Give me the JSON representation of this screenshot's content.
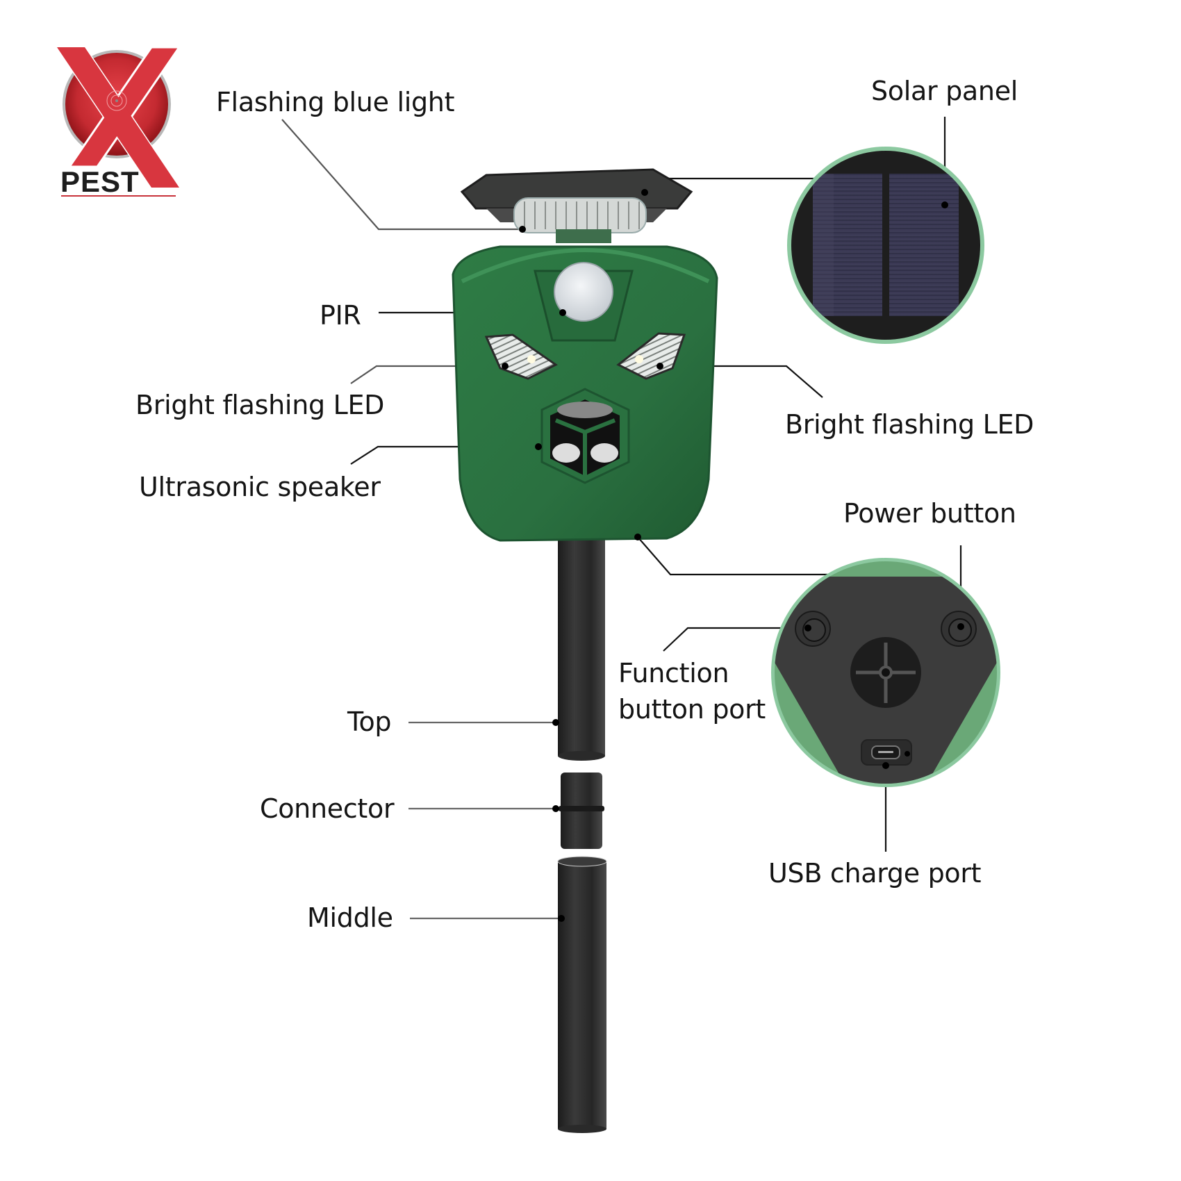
{
  "brand": {
    "logo_text": "PEST",
    "logo_mark": "X",
    "colors": {
      "red": "#d8363f",
      "dark_red": "#a0161e",
      "text": "#1d1d1d"
    }
  },
  "product": {
    "body_color": "#2f7a45",
    "body_dark": "#1f5c32",
    "pole_color": "#2a2a2a",
    "solar_color": "#3a3a48",
    "zoom_ring_color": "#8cc9a0"
  },
  "callouts": {
    "flashing_blue_light": "Flashing blue light",
    "solar_panel": "Solar panel",
    "pir": "PIR",
    "bright_led_left": "Bright flashing LED",
    "bright_led_right": "Bright flashing LED",
    "ultrasonic_speaker": "Ultrasonic speaker",
    "power_button": "Power button",
    "function_button_line1": "Function",
    "function_button_line2": "button port",
    "usb_charge_port": "USB charge port",
    "pole_top": "Top",
    "pole_connector": "Connector",
    "pole_middle": "Middle"
  }
}
